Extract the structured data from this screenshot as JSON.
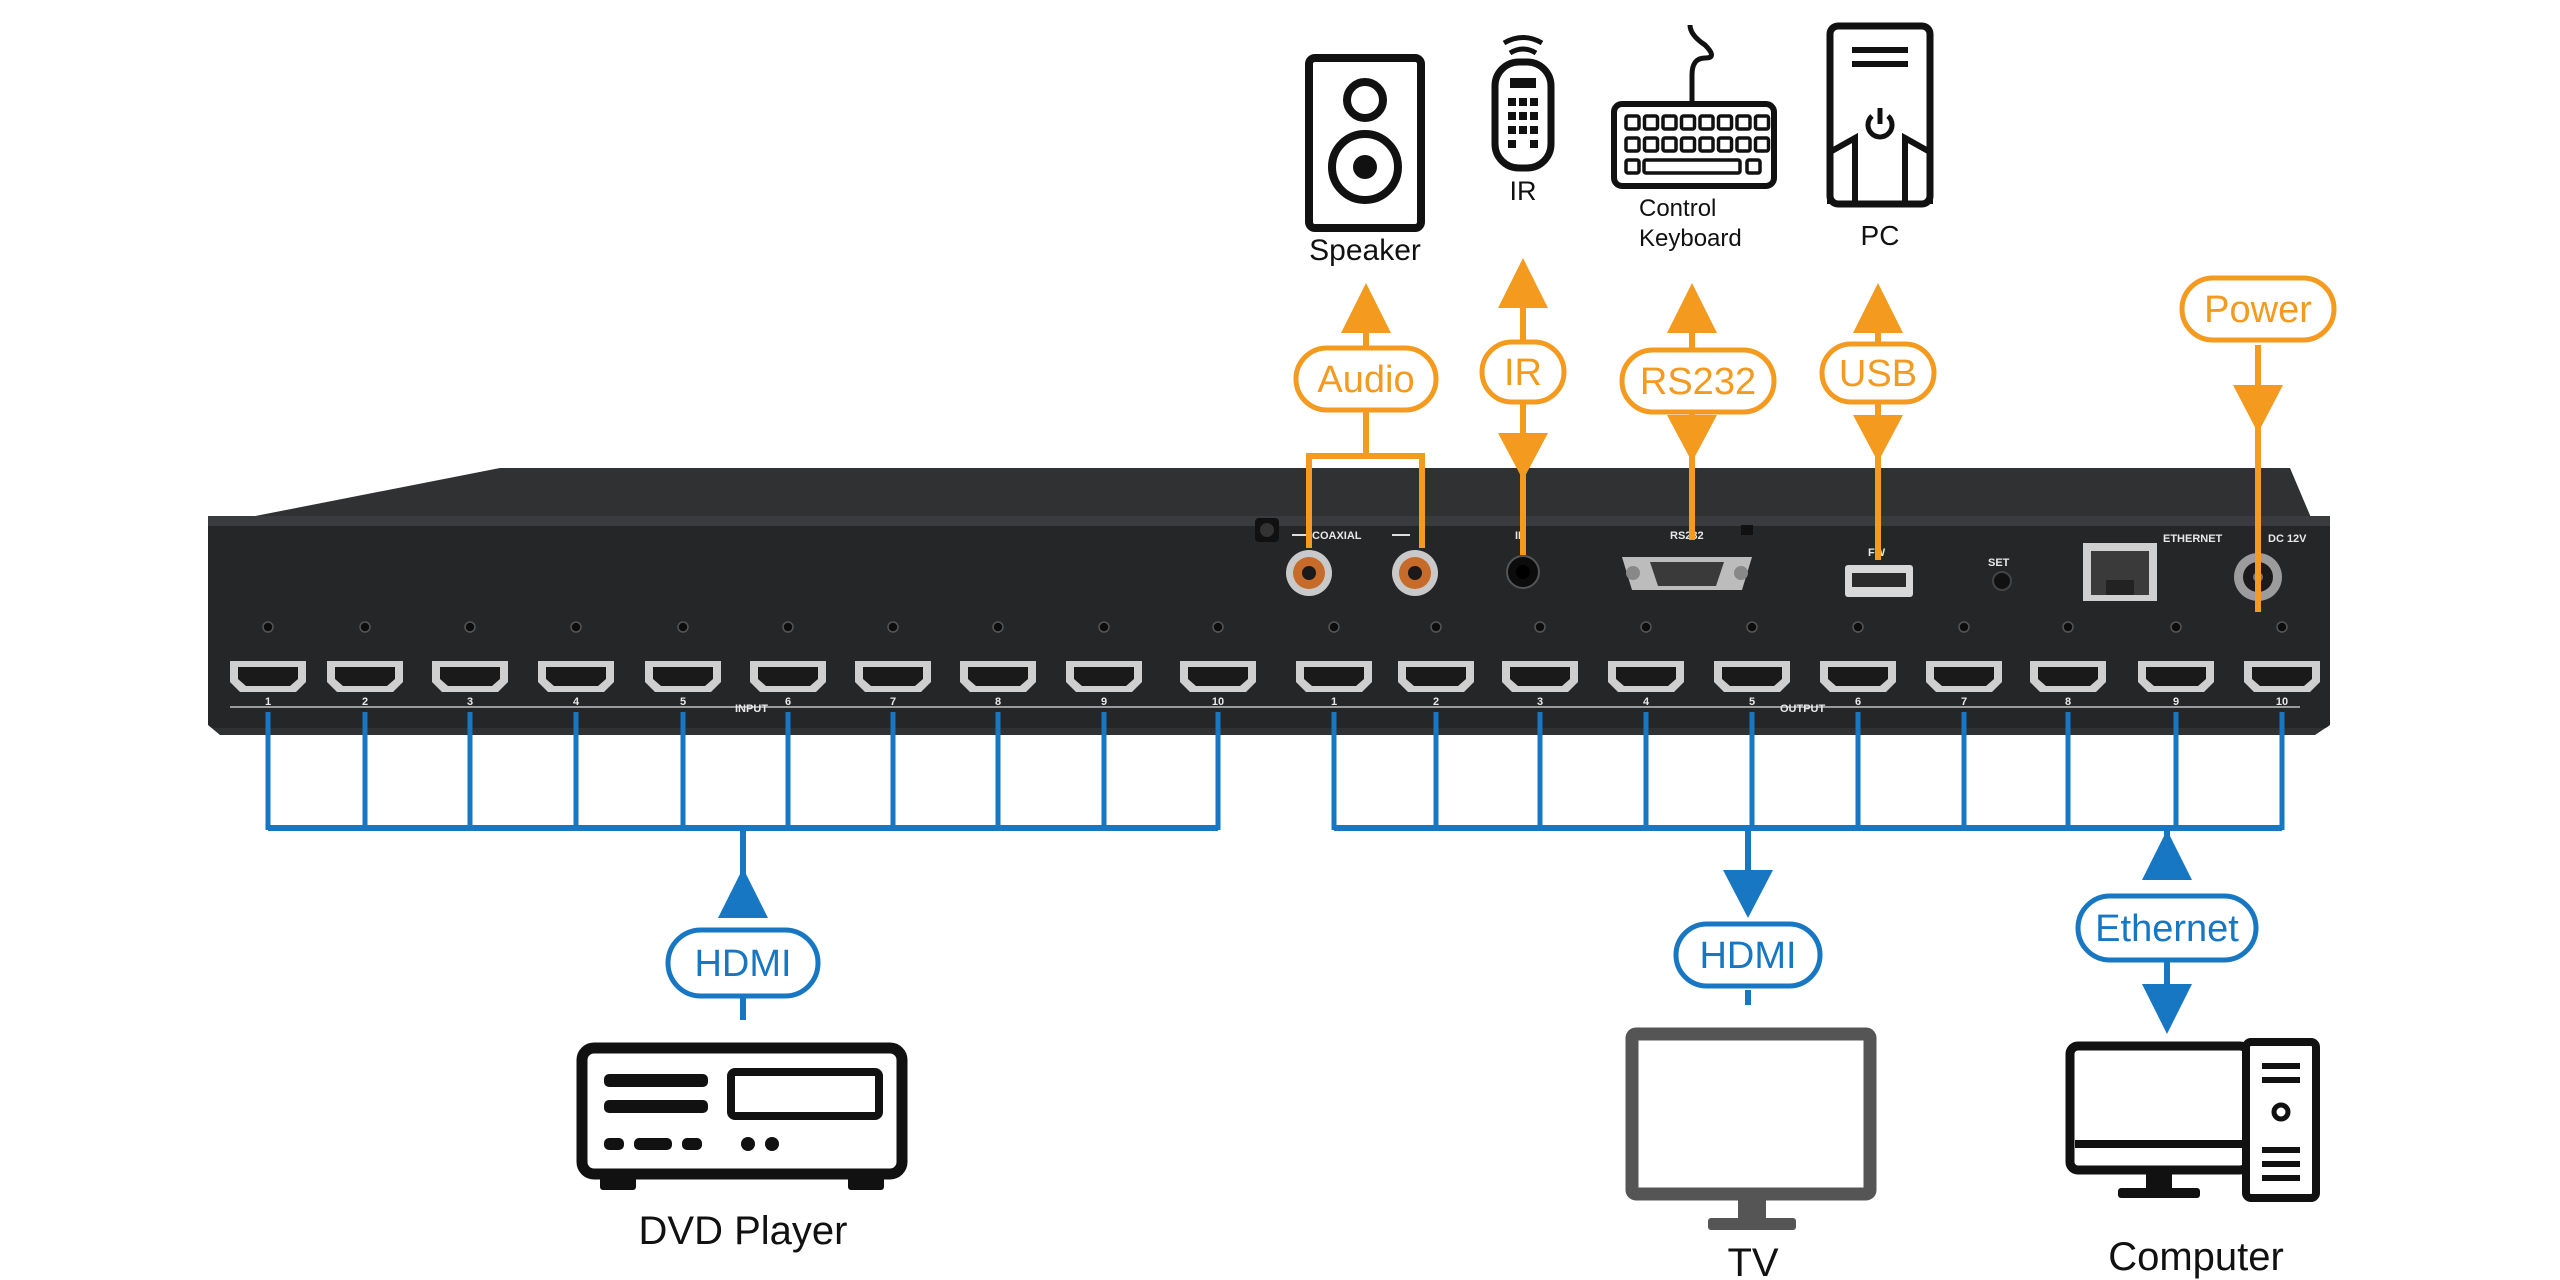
{
  "colors": {
    "orange": "#F39A1F",
    "blue": "#1877C2",
    "chassis": "#252628",
    "icon": "#111111",
    "tv": "#555555"
  },
  "devices": {
    "speaker": "Speaker",
    "ir": "IR",
    "keyboard_line1": "Control",
    "keyboard_line2": "Keyboard",
    "pc": "PC",
    "dvd": "DVD Player",
    "tv": "TV",
    "computer": "Computer"
  },
  "links": {
    "audio": "Audio",
    "ir": "IR",
    "rs232": "RS232",
    "usb": "USB",
    "power": "Power",
    "hdmi_in": "HDMI",
    "hdmi_out": "HDMI",
    "ethernet": "Ethernet"
  },
  "panel": {
    "coaxial": "COAXIAL",
    "ir": "IR",
    "rs232": "RS232",
    "fw": "FW",
    "set": "SET",
    "ethernet": "ETHERNET",
    "dc": "DC 12V",
    "input": "INPUT",
    "output": "OUTPUT",
    "input_numbers": [
      "1",
      "2",
      "3",
      "4",
      "5",
      "6",
      "7",
      "8",
      "9",
      "10"
    ],
    "output_numbers": [
      "1",
      "2",
      "3",
      "4",
      "5",
      "6",
      "7",
      "8",
      "9",
      "10"
    ]
  }
}
